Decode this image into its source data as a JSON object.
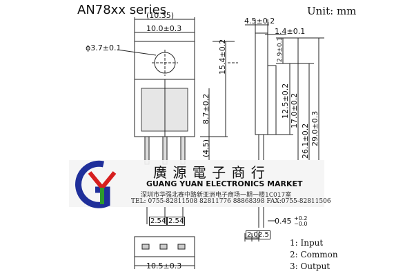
{
  "title": "AN78xx series",
  "unit": "Unit: mm",
  "dims": {
    "overall_width": "(10.35)",
    "body_width": "10.0±0.3",
    "hole_dia": "ϕ3.7±0.1",
    "body_height": "15.4±0.2",
    "tab_height": "8.7±0.2",
    "lead_offset": "(4.5)",
    "lead_pitch_1": "2.54",
    "lead_pitch_2": "2.54",
    "bottom_width": "10.5±0.3",
    "side_thickness": "4.5±0.2",
    "side_tab": "1.4±0.1",
    "hole_pos": "2.9±0.1",
    "side_12_5": "12.5±0.2",
    "side_17_0": "17.0±0.2",
    "side_26_1": "26.1±0.2",
    "side_29_0": "29.0±0.3",
    "lead_thickness": "0.45",
    "lead_tol_plus": "+0.2",
    "lead_tol_minus": "−0.0",
    "side_2_0": "2.0",
    "side_2_5": "2.5"
  },
  "pins": {
    "pin1": "1: Input",
    "pin2": "2: Common",
    "pin3": "3: Output"
  },
  "watermark": {
    "name_cn": "廣 源 電 子 商 行",
    "name_en": "GUANG  YUAN  ELECTRONICS  MARKET",
    "address": "深圳市华强北赛中路新亚洲电子商场一期一楼1C017室",
    "phone_line": "TEL: 0755-82811508   82811776   88868398   FAX:0755-82811506"
  },
  "colors": {
    "line": "#222222",
    "logo_blue": "#1f2f9a",
    "logo_red": "#d61e1e",
    "logo_green": "#2c9a2c"
  }
}
